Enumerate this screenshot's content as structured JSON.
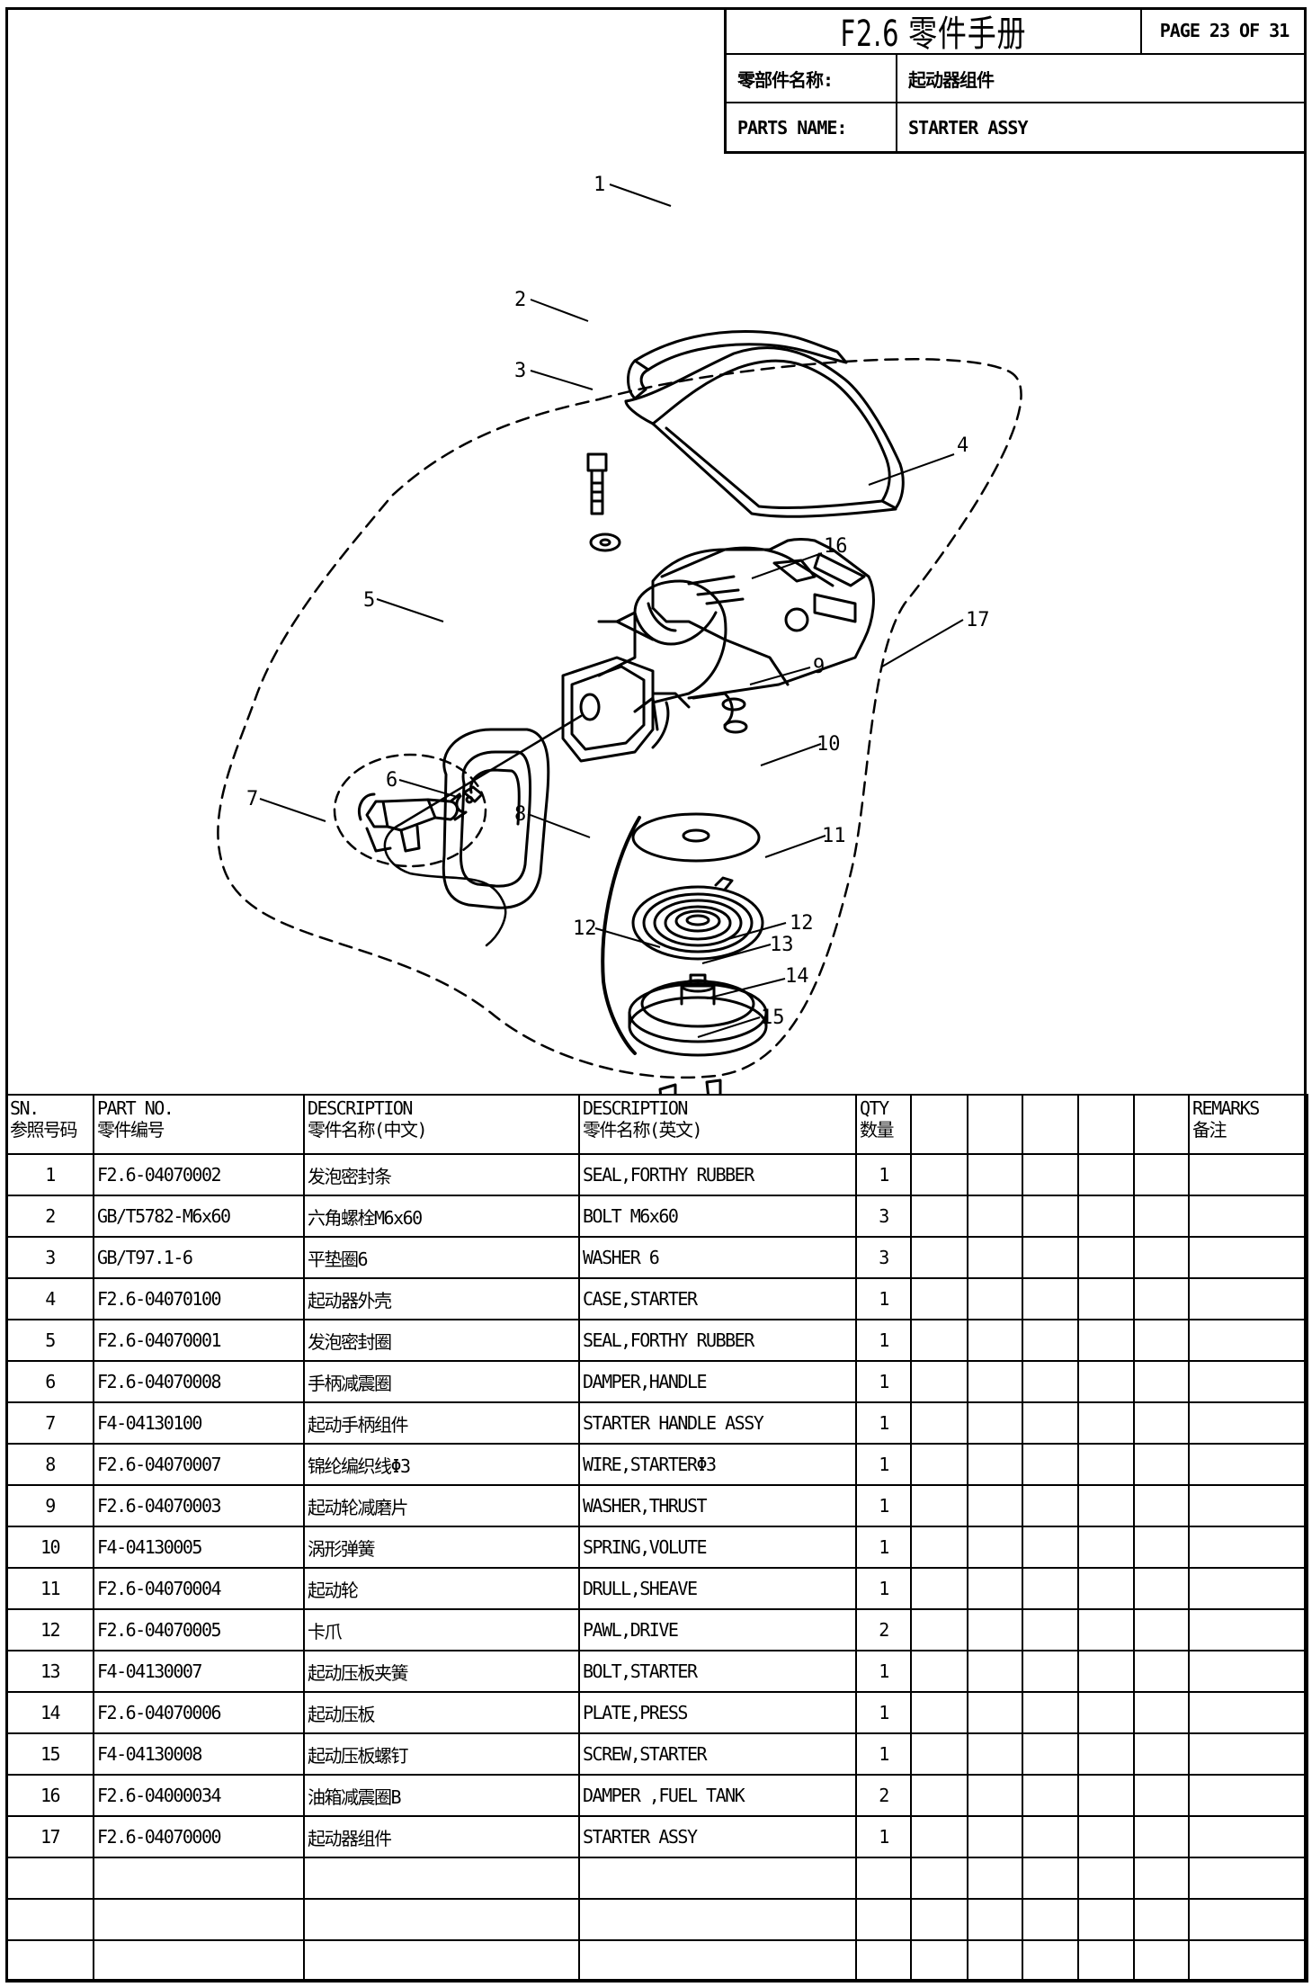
{
  "title_block": {
    "title": "F2.6 零件手册",
    "page": "PAGE 23 OF 31",
    "name_label_cn": "零部件名称:",
    "name_value_cn": "起动器组件",
    "name_label_en": "PARTS NAME:",
    "name_value_en": "STARTER ASSY"
  },
  "diagram": {
    "callouts": [
      "1",
      "2",
      "3",
      "4",
      "5",
      "6",
      "7",
      "8",
      "9",
      "10",
      "11",
      "12",
      "12",
      "13",
      "14",
      "15",
      "16",
      "17"
    ]
  },
  "table": {
    "headers": {
      "sn_en": "SN.",
      "sn_cn": "参照号码",
      "part_en": "PART NO.",
      "part_cn": "零件编号",
      "desc_cn_en": "DESCRIPTION",
      "desc_cn_cn": "零件名称(中文)",
      "desc_en_en": "DESCRIPTION",
      "desc_en_cn": "零件名称(英文)",
      "qty_en": "QTY",
      "qty_cn": "数量",
      "remarks_en": "REMARKS",
      "remarks_cn": "备注"
    },
    "rows": [
      {
        "sn": "1",
        "part": "F2.6-04070002",
        "cn": "发泡密封条",
        "en": "SEAL,FORTHY RUBBER",
        "qty": "1"
      },
      {
        "sn": "2",
        "part": "GB/T5782-M6x60",
        "cn": "六角螺栓M6x60",
        "en": "BOLT M6x60",
        "qty": "3"
      },
      {
        "sn": "3",
        "part": "GB/T97.1-6",
        "cn": "平垫圈6",
        "en": "WASHER 6",
        "qty": "3"
      },
      {
        "sn": "4",
        "part": "F2.6-04070100",
        "cn": "起动器外壳",
        "en": " CASE,STARTER",
        "qty": "1"
      },
      {
        "sn": "5",
        "part": "F2.6-04070001",
        "cn": "发泡密封圈",
        "en": "SEAL,FORTHY RUBBER",
        "qty": "1"
      },
      {
        "sn": "6",
        "part": "F2.6-04070008",
        "cn": "手柄减震圈",
        "en": "DAMPER,HANDLE",
        "qty": "1"
      },
      {
        "sn": "7",
        "part": "F4-04130100",
        "cn": "起动手柄组件",
        "en": "STARTER HANDLE ASSY",
        "qty": "1"
      },
      {
        "sn": "8",
        "part": "F2.6-04070007",
        "cn": "锦纶编织线Φ3",
        "en": "WIRE,STARTERΦ3",
        "qty": "1"
      },
      {
        "sn": "9",
        "part": "F2.6-04070003",
        "cn": "起动轮减磨片",
        "en": "WASHER,THRUST",
        "qty": "1"
      },
      {
        "sn": "10",
        "part": "F4-04130005",
        "cn": "涡形弹簧",
        "en": "SPRING,VOLUTE",
        "qty": "1"
      },
      {
        "sn": "11",
        "part": "F2.6-04070004",
        "cn": "起动轮",
        "en": "DRULL,SHEAVE",
        "qty": "1"
      },
      {
        "sn": "12",
        "part": "F2.6-04070005",
        "cn": "卡爪",
        "en": "PAWL,DRIVE",
        "qty": "2"
      },
      {
        "sn": "13",
        "part": "F4-04130007",
        "cn": "起动压板夹簧",
        "en": "BOLT,STARTER",
        "qty": "1"
      },
      {
        "sn": "14",
        "part": "F2.6-04070006",
        "cn": "起动压板",
        "en": "PLATE,PRESS",
        "qty": "1"
      },
      {
        "sn": "15",
        "part": "F4-04130008",
        "cn": "起动压板螺钉",
        "en": "SCREW,STARTER",
        "qty": "1"
      },
      {
        "sn": "16",
        "part": "F2.6-04000034",
        "cn": "油箱减震圈B",
        "en": "DAMPER ,FUEL TANK",
        "qty": "2"
      },
      {
        "sn": "17",
        "part": "F2.6-04070000",
        "cn": "起动器组件",
        "en": "STARTER ASSY",
        "qty": "1"
      }
    ]
  }
}
